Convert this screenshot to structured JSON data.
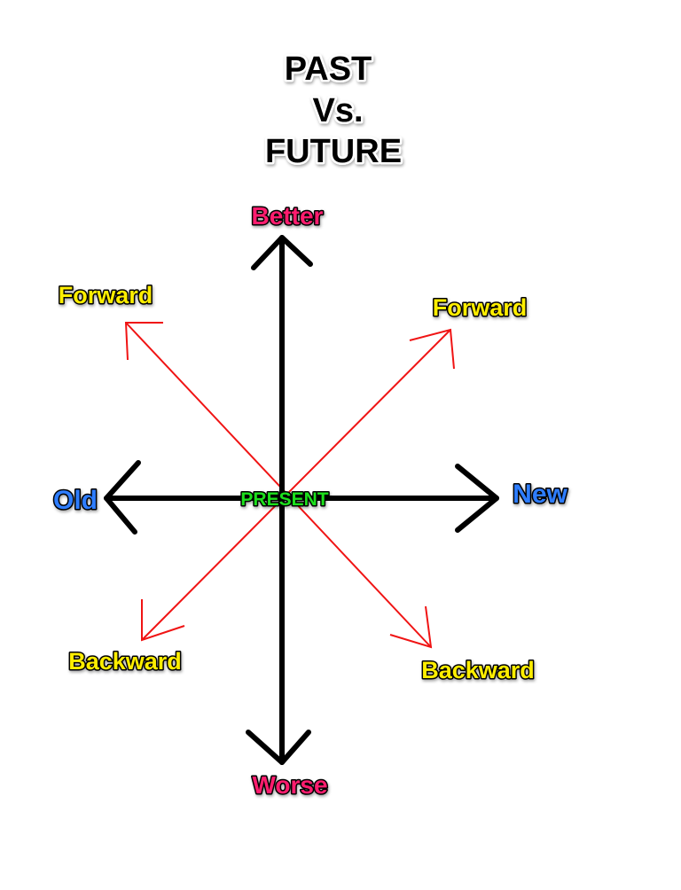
{
  "title": {
    "line1": "PAST",
    "line2": "Vs.",
    "line3": "FUTURE"
  },
  "axes": {
    "top": "Better",
    "bottom": "Worse",
    "left": "Old",
    "right": "New",
    "center": "PRESENT"
  },
  "diagonals": {
    "upper_left": "Forward",
    "upper_right": "Forward",
    "lower_left": "Backward",
    "lower_right": "Backward"
  },
  "colors": {
    "better_worse": "#ff1f6e",
    "old_new": "#2e7dff",
    "forward_backward": "#ffee00",
    "present": "#1fe01f",
    "arrows": "#f01414"
  }
}
